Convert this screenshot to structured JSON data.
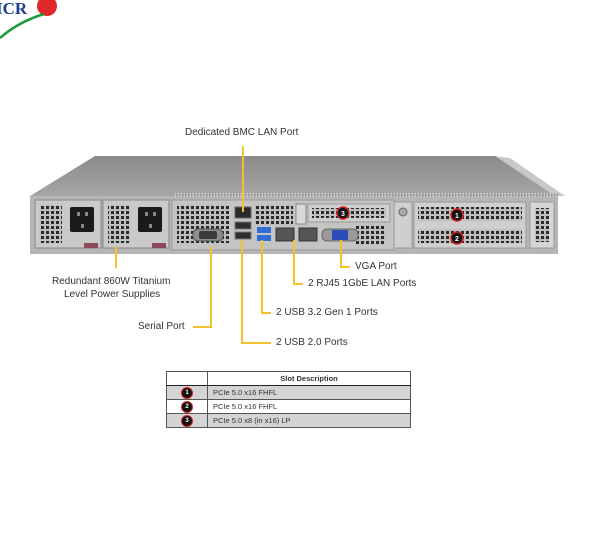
{
  "logo": {
    "text": "ICR",
    "brand_colors": {
      "blue": "#1d3c8f",
      "red": "#e02a2a",
      "green": "#1a9a3a"
    }
  },
  "callouts": {
    "bmc": "Dedicated BMC LAN Port",
    "psu_line1": "Redundant  860W Titanium",
    "psu_line2": "Level Power Supplies",
    "serial": "Serial Port",
    "vga": "VGA Port",
    "lan": "2 RJ45 1GbE LAN Ports",
    "usb3": "2 USB 3.2 Gen 1 Ports",
    "usb2": "2 USB 2.0 Ports"
  },
  "slot_badges": [
    "1",
    "2",
    "3"
  ],
  "slot_table": {
    "header_blank": "",
    "header": "Slot Description",
    "rows": [
      {
        "num": "1",
        "desc": "PCIe 5.0 x16 FHFL"
      },
      {
        "num": "2",
        "desc": "PCIe 5.0 x16 FHFL"
      },
      {
        "num": "3",
        "desc": "PCIe 5.0 x8 (in x16) LP"
      }
    ]
  },
  "colors": {
    "callout_line": "#f2c12e",
    "badge_ring": "#d42323"
  }
}
